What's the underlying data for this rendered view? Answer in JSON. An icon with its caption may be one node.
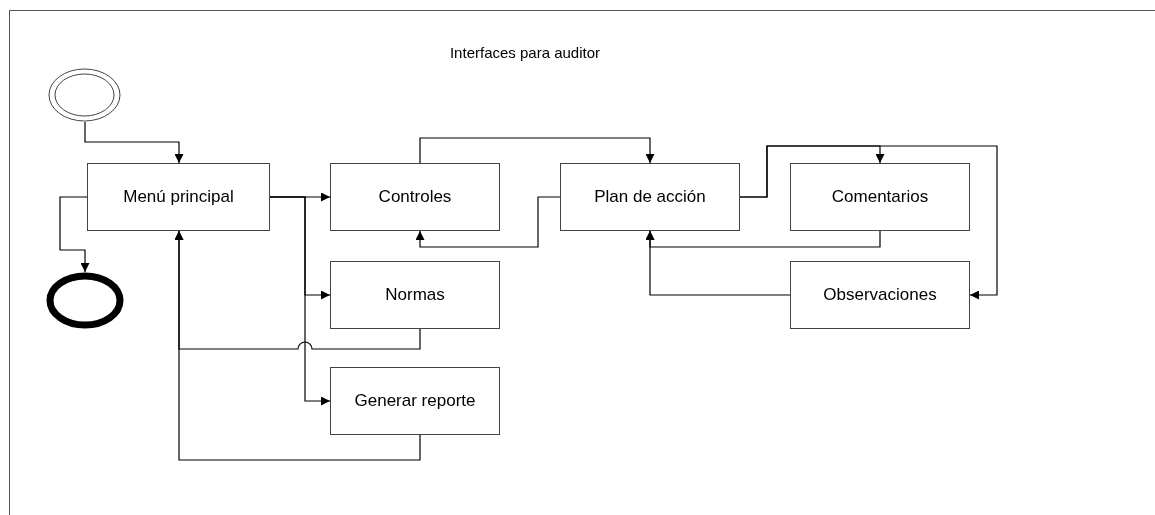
{
  "diagram": {
    "title": "Interfaces para auditor",
    "nodes": [
      {
        "text": [],
        "shape": "circle"
      },
      {
        "text": [
          "Menú principal"
        ]
      },
      {
        "text": [
          "Controles"
        ]
      },
      {
        "text": [
          "Plan de acción"
        ]
      },
      {
        "text": [
          "Comentarios"
        ]
      },
      {
        "text": [],
        "shape": "circle"
      },
      {
        "text": [
          "Normas"
        ]
      },
      {
        "text": [
          "Observaciones"
        ]
      },
      {
        "text": [
          "Generar reporte"
        ]
      }
    ],
    "edges": [
      {
        "from": 0,
        "to": 1,
        "arrow": "to"
      },
      {
        "from": 1,
        "to": 5,
        "arrow": "to"
      },
      {
        "from": 1,
        "to": 2,
        "arrow": "to"
      },
      {
        "from": 1,
        "to": 6,
        "arrow": "to"
      },
      {
        "from": 1,
        "to": 8,
        "arrow": "to"
      },
      {
        "from": 6,
        "to": 1,
        "arrow": "to"
      },
      {
        "from": 8,
        "to": 1,
        "arrow": "to"
      },
      {
        "from": 2,
        "to": 3,
        "arrow": "to"
      },
      {
        "from": 3,
        "to": 2,
        "arrow": "to"
      },
      {
        "from": 3,
        "to": 4,
        "arrow": "to"
      },
      {
        "from": 3,
        "to": 7,
        "arrow": "to"
      },
      {
        "from": 4,
        "to": 3,
        "arrow": "to"
      },
      {
        "from": 7,
        "to": 3,
        "arrow": "to"
      }
    ]
  }
}
